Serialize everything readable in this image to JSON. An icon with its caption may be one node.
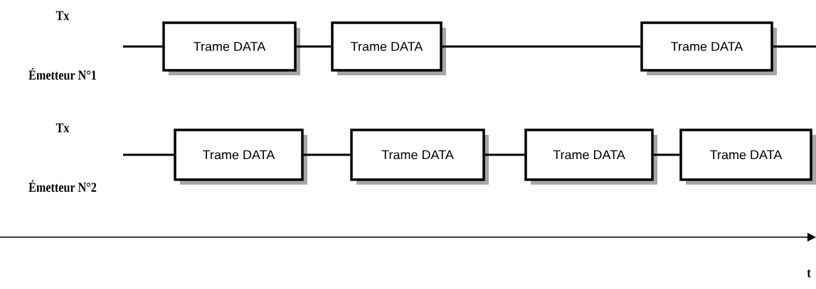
{
  "diagram": {
    "nodes": [
      {
        "text": [
          "Trame DATA"
        ]
      },
      {
        "text": [
          "Trame DATA"
        ]
      },
      {
        "text": [
          "Trame DATA"
        ]
      },
      {
        "text": [
          "Trame DATA"
        ]
      },
      {
        "text": [
          "Trame DATA"
        ]
      },
      {
        "text": [
          "Trame DATA"
        ]
      },
      {
        "text": [
          "Trame DATA"
        ]
      }
    ],
    "edges": [
      {
        "from": null,
        "to": 0,
        "arrow": "none"
      },
      {
        "from": 0,
        "to": 1,
        "arrow": "none"
      },
      {
        "from": 1,
        "to": 2,
        "arrow": "none"
      },
      {
        "from": 2,
        "to": null,
        "arrow": "none"
      },
      {
        "from": null,
        "to": 3,
        "arrow": "none"
      },
      {
        "from": 3,
        "to": 4,
        "arrow": "none"
      },
      {
        "from": 4,
        "to": 5,
        "arrow": "none"
      },
      {
        "from": 5,
        "to": 6,
        "arrow": "none"
      }
    ],
    "labels": [
      "Tx",
      "Émetteur N°1",
      "Tx",
      "Émetteur N°2",
      "t"
    ]
  }
}
